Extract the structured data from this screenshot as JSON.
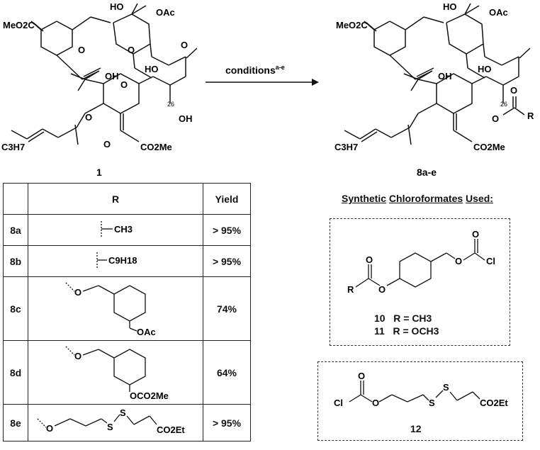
{
  "scheme": {
    "arrow_label": "conditions",
    "arrow_label_sup": "a-e",
    "start_compound": "1",
    "product_compound": "8a-e",
    "atom_labels": {
      "meo2c": "MeO2C",
      "ho": "HO",
      "oac": "OAc",
      "oh": "OH",
      "o": "O",
      "c26": "26",
      "c3h7": "C3H7",
      "co2me": "CO2Me",
      "r": "R"
    }
  },
  "table": {
    "headers": [
      "",
      "R",
      "Yield"
    ],
    "rows": [
      {
        "id": "8a",
        "r": "CH3",
        "yield": "> 95%"
      },
      {
        "id": "8b",
        "r": "C9H18",
        "yield": "> 95%"
      },
      {
        "id": "8c",
        "r": "OAc",
        "yield": "74%"
      },
      {
        "id": "8d",
        "r": "OCO2Me",
        "yield": "64%"
      },
      {
        "id": "8e",
        "r": "CO2Et",
        "yield": "> 95%"
      }
    ]
  },
  "chloroformates": {
    "title_words": [
      "Synthetic",
      "Chloroformates",
      "Used:"
    ],
    "box1": {
      "labels": {
        "o": "O",
        "cl": "Cl",
        "r": "R"
      },
      "entries": [
        {
          "id": "10",
          "text": "R = CH3"
        },
        {
          "id": "11",
          "text": "R = OCH3"
        }
      ]
    },
    "box2": {
      "labels": {
        "cl": "Cl",
        "o": "O",
        "s": "S",
        "co2et": "CO2Et"
      },
      "id": "12"
    }
  }
}
